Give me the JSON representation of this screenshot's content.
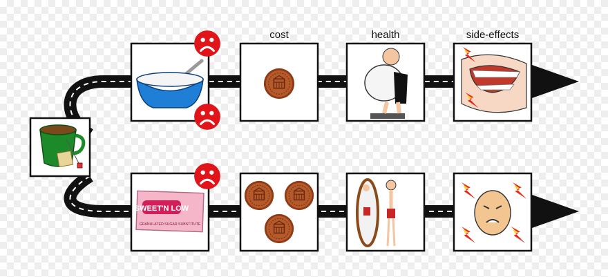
{
  "headers": {
    "cost": "cost",
    "health": "health",
    "side_effects": "side-effects"
  },
  "package_brand": "SWEET'N LOW",
  "package_subtitle": "GRANULATED SUGAR SUBSTITUTE",
  "colors": {
    "road": "#111111",
    "sad_face": "#e1141a",
    "coin": "#a0451f",
    "cup": "#1d8a2a",
    "bowl": "#1f7ed6",
    "package": "#f4b6c8"
  },
  "icons": {
    "start": "tea-cup-icon",
    "top_choice": "sugar-bowl-icon",
    "bottom_choice": "sweetener-packet-icon",
    "warning": "sad-face-icon",
    "top_cost": "penny-icon",
    "bottom_cost": "three-pennies-icon",
    "top_health": "overweight-person-icon",
    "bottom_health": "thin-person-mirror-icon",
    "top_side_effect": "toothache-icon",
    "bottom_side_effect": "headache-icon"
  }
}
